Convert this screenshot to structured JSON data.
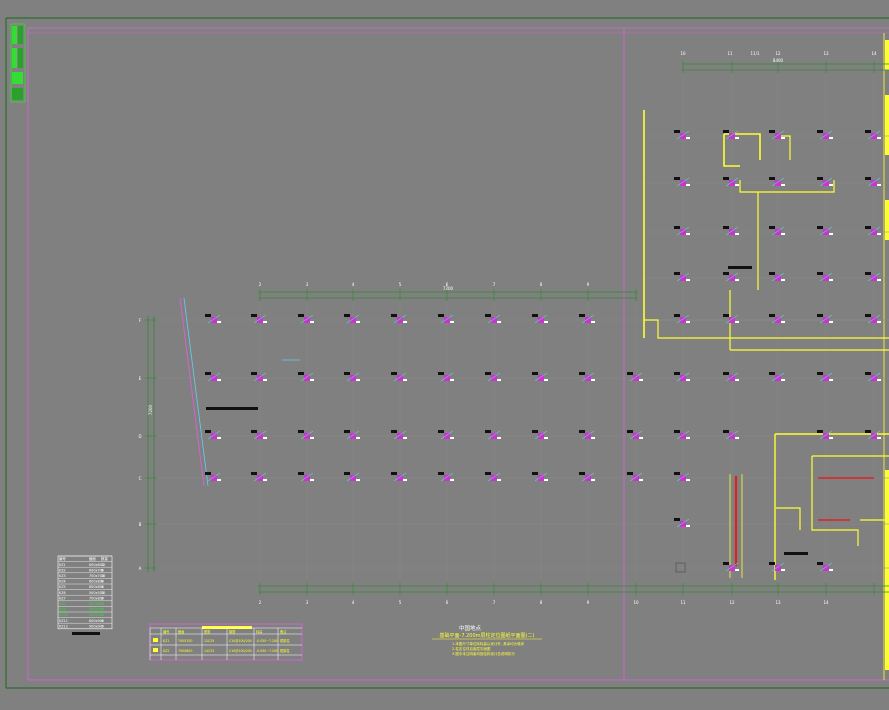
{
  "drawing": {
    "title_label": "中国地点",
    "subtitle": "基础平面-7.200m层柱定位图纸平面图(二)",
    "notes": [
      "1.本图尺寸单位除标高以米计外, 其余均为毫米",
      "2.柱定位详见各层平面图",
      "3.图中未注明者均按结构设计总说明执行"
    ],
    "total_dimension_top": "7200",
    "bay_dimension": "8400",
    "side_dimension": "7200",
    "colors": {
      "background": "#808080",
      "frame_green": "#2e6e2e",
      "border_magenta": "#cc66cc",
      "column_magenta": "#cc33cc",
      "wall_yellow": "#ffff33",
      "wall_red": "#dd2222",
      "annotation_cyan": "#66ccee",
      "grid_line": "#8a8a8a"
    }
  },
  "grid": {
    "bottom_axis_labels": [
      "2",
      "3",
      "4",
      "5",
      "6",
      "7",
      "8",
      "9",
      "10",
      "11",
      "12",
      "13",
      "14"
    ],
    "top_left_axis_labels": [
      "2",
      "3",
      "4",
      "5",
      "6",
      "7",
      "8",
      "9"
    ],
    "top_right_axis_labels": [
      "10",
      "11",
      "11/1",
      "12",
      "13",
      "14"
    ],
    "left_axis_labels": [
      "F",
      "E",
      "D",
      "C",
      "B",
      "A"
    ]
  },
  "schedule_table": {
    "header": [
      "编号",
      "截面",
      "数量"
    ],
    "rows": [
      [
        "KZ1",
        "600x600",
        "12"
      ],
      [
        "KZ2",
        "600x700",
        "8"
      ],
      [
        "KZ3",
        "700x700",
        "16"
      ],
      [
        "KZ4",
        "600x800",
        "6"
      ],
      [
        "KZ5",
        "800x800",
        "4"
      ],
      [
        "KZ6",
        "500x500",
        "10"
      ],
      [
        "KZ7",
        "700x800",
        "3"
      ],
      [
        "KZ8",
        "600x600",
        "5"
      ],
      [
        "KZ9",
        "650x650",
        "7"
      ],
      [
        "KZ10",
        "550x550",
        "2"
      ],
      [
        "KZ11",
        "600x900",
        "4"
      ],
      [
        "KZ12",
        "900x900",
        "1"
      ]
    ]
  },
  "legend_table": {
    "header": [
      "",
      "编号",
      "截面",
      "配筋",
      "箍筋",
      "标高",
      "备注"
    ],
    "rows": [
      [
        "",
        "KZ1",
        "700X700",
        "12C25",
        "C10@100/200",
        "-0.050~7.200",
        "框架柱"
      ],
      [
        "",
        "KZ2",
        "700X800",
        "14C25",
        "C10@100/200",
        "-0.050~7.200",
        "框架柱"
      ]
    ]
  }
}
